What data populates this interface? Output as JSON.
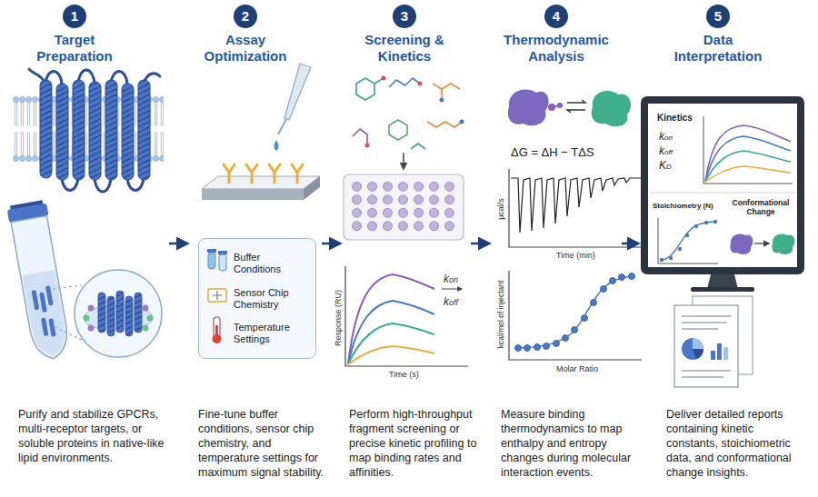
{
  "diagram": {
    "nodes": [
      {
        "text": [
          "1",
          "Target Preparation"
        ]
      },
      {
        "text": [
          "2",
          "Assay Optimization"
        ]
      },
      {
        "text": [
          "3",
          "Screening & Kinetics"
        ]
      },
      {
        "text": [
          "4",
          "Thermodynamic Analysis"
        ]
      },
      {
        "text": [
          "5",
          "Data Interpretation"
        ]
      },
      {
        "text": [
          "Buffer Conditions",
          "Sensor Chip Chemistry",
          "Temperature Settings"
        ]
      },
      {
        "text": [
          "Kinetics",
          "kon",
          "koff",
          "KD",
          "Stoichiometry (N)",
          "Conformational Change"
        ]
      }
    ],
    "labels": [
      "Response (RU)",
      "Time (s)",
      "kon",
      "koff",
      "ΔG = ΔH − TΔS",
      "µcal/s",
      "Time (min)",
      "kcal/mol of injectant",
      "Molar Ratio",
      "Purify and stabilize GPCRs, multi-receptor targets, or soluble proteins in native-like lipid environments.",
      "Fine-tune buffer conditions, sensor chip chemistry, and temperature settings for maximum signal stability.",
      "Perform high-throughput fragment screening or precise kinetic profiling to map binding rates and affinities.",
      "Measure binding thermodynamics to map enthalpy and entropy changes during molecular interaction events.",
      "Deliver detailed reports containing kinetic constants, stoichiometric data, and conformational change insights."
    ]
  }
}
